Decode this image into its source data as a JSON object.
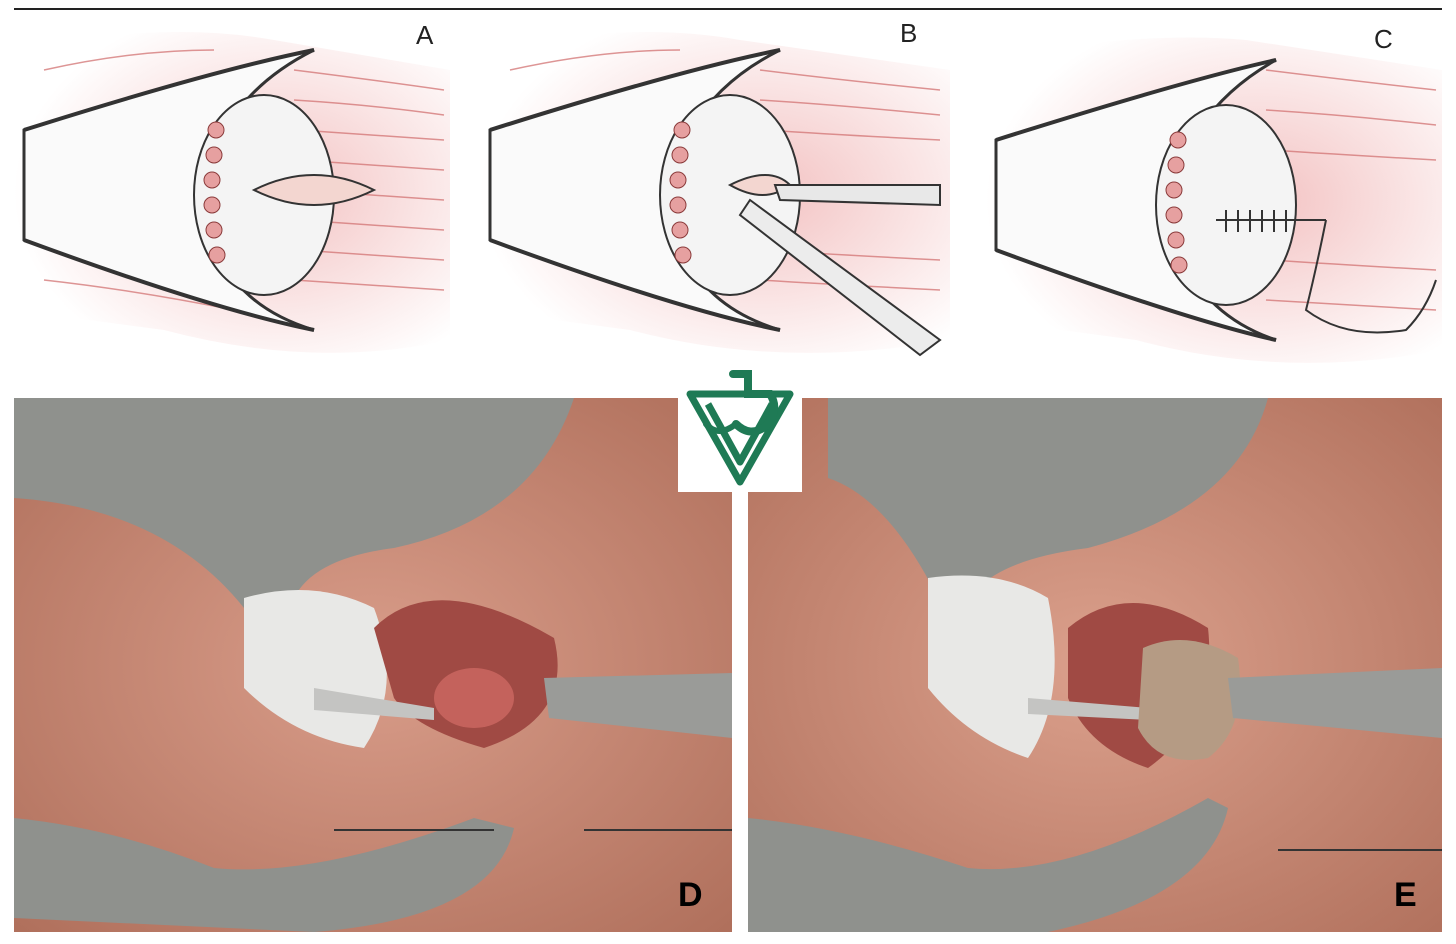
{
  "figure": {
    "panels": [
      {
        "label": "A"
      },
      {
        "label": "B"
      },
      {
        "label": "C"
      },
      {
        "label": "D"
      },
      {
        "label": "E"
      }
    ]
  },
  "colors": {
    "tissue": "#e89a9a",
    "lid_line": "#333333",
    "instrument": "#8e8f8c",
    "skin": "#c88a78",
    "logo_green": "#1f7a55"
  },
  "icons": [
    "logo-icon"
  ]
}
